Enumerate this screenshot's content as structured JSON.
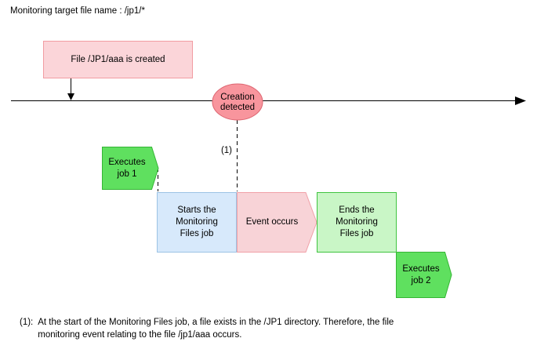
{
  "diagram": {
    "title": "Monitoring target file name : /jp1/*",
    "nodes": {
      "file_created": "File /JP1/aaa is created",
      "creation_detected": "Creation detected",
      "executes_job1": "Executes job 1",
      "starts_job": "Starts the Monitoring Files job",
      "event_occurs": "Event occurs",
      "ends_job": "Ends the Monitoring Files job",
      "executes_job2": "Executes job 2"
    },
    "callout_label": "(1)",
    "note": {
      "prefix": "(1):",
      "lines": [
        "At the start of the Monitoring Files job, a file exists in the /JP1 directory. Therefore, the file",
        "monitoring event relating to the file /jp1/aaa occurs."
      ]
    },
    "colors": {
      "pink_box_fill": "#FBD5D9",
      "pink_box_border": "#F19CA2",
      "ellipse_fill": "#F8959D",
      "ellipse_border": "#DD6470",
      "blue_box_fill": "#D7E9FB",
      "blue_box_border": "#9CC3E5",
      "lightgreen_box_fill": "#C9F6C6",
      "lightgreen_box_border": "#3FC43F",
      "green_arrow_fill": "#5FE05F",
      "green_arrow_border": "#35B535",
      "pink_arrow_fill": "#F8D3D7",
      "pink_arrow_border": "#F0A0A8",
      "line_color": "#000000"
    }
  }
}
